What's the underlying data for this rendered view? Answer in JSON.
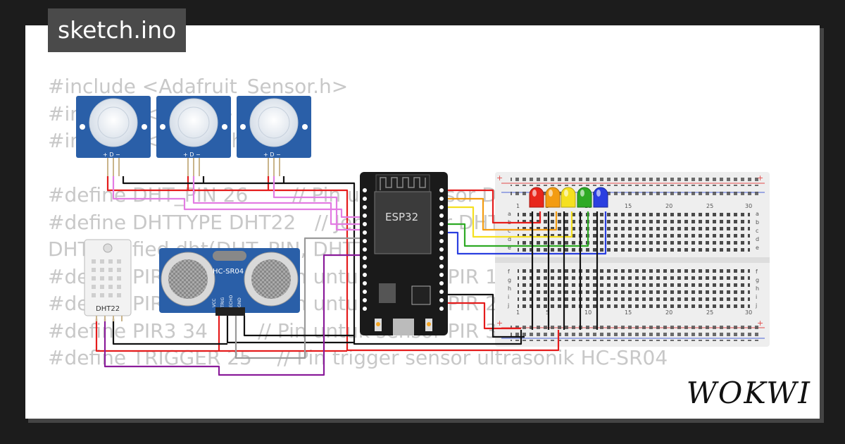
{
  "project": {
    "file_name": "sketch.ino",
    "brand": "WOKWI"
  },
  "code_lines": [
    "#include <Adafruit_Sensor.h>",
    "#include <DHT.h>",
    "#include <DHT_U.h>",
    "",
    "#define DHT_PIN 26       // Pin untuk sensor DHT",
    "#define DHTTYPE DHT22   // Jenis sensor DHT",
    "DHT_Unified dht(DHT_PIN, DHTTYPE);",
    "#define PIR1 32        // Pin untuk sensor PIR 1",
    "#define PIR2 35        // Pin untuk sensor PIR 2",
    "#define PIR3 34        // Pin untuk sensor PIR 3",
    "#define TRIGGER 25    // Pin trigger sensor ultrasonik HC-SR04"
  ],
  "components": {
    "mcu_label": "ESP32",
    "ultrasonic_label": "HC-SR04",
    "ultrasonic_pins": [
      "VCC",
      "TRIG",
      "ECHO",
      "GND"
    ],
    "dht_label": "DHT22",
    "pir_pin_label": "+ D −",
    "breadboard_cols": [
      "1",
      "5",
      "10",
      "15",
      "20",
      "25",
      "30"
    ],
    "breadboard_rows_top": [
      "a",
      "b",
      "c",
      "d",
      "e"
    ],
    "breadboard_rows_bottom": [
      "f",
      "g",
      "h",
      "i",
      "j"
    ]
  },
  "leds": [
    {
      "color": "red",
      "hex": "#e8261c"
    },
    {
      "color": "orange",
      "hex": "#f39c12"
    },
    {
      "color": "yellow",
      "hex": "#f5e020"
    },
    {
      "color": "green",
      "hex": "#2eaa24"
    },
    {
      "color": "blue",
      "hex": "#2a3fe0"
    }
  ],
  "colors": {
    "pcb_blue": "#2a5fa8",
    "esp_board": "#1a1a1a",
    "title_bg": "#4a4a4a",
    "wire_red": "#e51c1c",
    "wire_black": "#111111",
    "wire_pink": "#e37ce3",
    "wire_gray": "#9a9a9a",
    "wire_purple": "#8a1b9a"
  }
}
